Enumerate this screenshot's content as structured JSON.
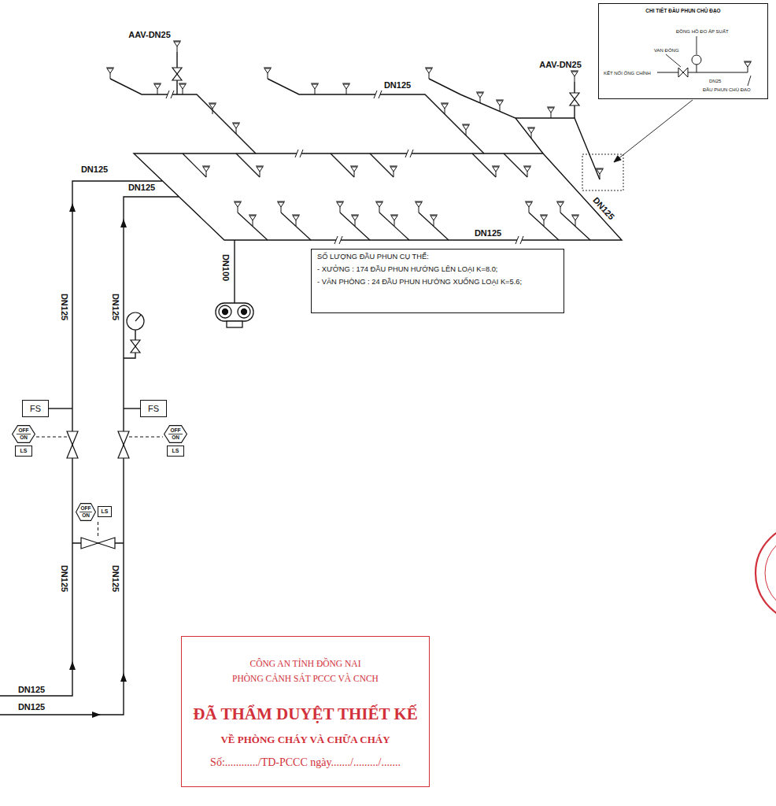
{
  "diagram": {
    "nodes": [
      {
        "text": [
          "CHI TIẾT ĐẦU PHUN CHỦ ĐẠO",
          "ĐỒNG HỒ ĐO ÁP SUẤT",
          "VAN ĐÓNG",
          "KẾT NỐI ỐNG CHÍNH",
          "DN25",
          "ĐẦU PHUN CHỦ ĐẠO"
        ]
      },
      {
        "text": [
          "SỐ LƯỢNG ĐẦU PHUN CỤ THỂ:",
          "- XƯỞNG : 174 ĐẦU PHUN HƯỚNG LÊN LOẠI K=8.0;",
          "- VĂN PHÒNG : 24 ĐẦU PHUN HƯỚNG XUỐNG LOẠI K=5.6;"
        ]
      },
      {
        "text": [
          "FS"
        ]
      },
      {
        "text": [
          "FS"
        ]
      },
      {
        "text": [
          "OFF",
          "ON"
        ]
      },
      {
        "text": [
          "LS"
        ]
      },
      {
        "text": [
          "OFF",
          "ON"
        ]
      },
      {
        "text": [
          "LS"
        ]
      },
      {
        "text": [
          "OFF",
          "ON"
        ]
      },
      {
        "text": [
          "LS"
        ]
      },
      {
        "text": [
          "CÔNG AN TỈNH ĐỒNG NAI",
          "PHÒNG CẢNH SÁT PCCC VÀ CNCH",
          "ĐÃ THẨM DUYỆT THIẾT KẾ",
          "VỀ PHÒNG CHÁY VÀ CHỮA CHÁY",
          "Số:............/TD-PCCC ngày......./........./......."
        ]
      }
    ],
    "labels": [
      "AAV-DN25",
      "AAV-DN25",
      "DN125",
      "DN125",
      "DN125",
      "DN125",
      "DN125",
      "DN100",
      "DN125",
      "DN125",
      "DN125",
      "DN125",
      "DN125",
      "DN125"
    ]
  }
}
